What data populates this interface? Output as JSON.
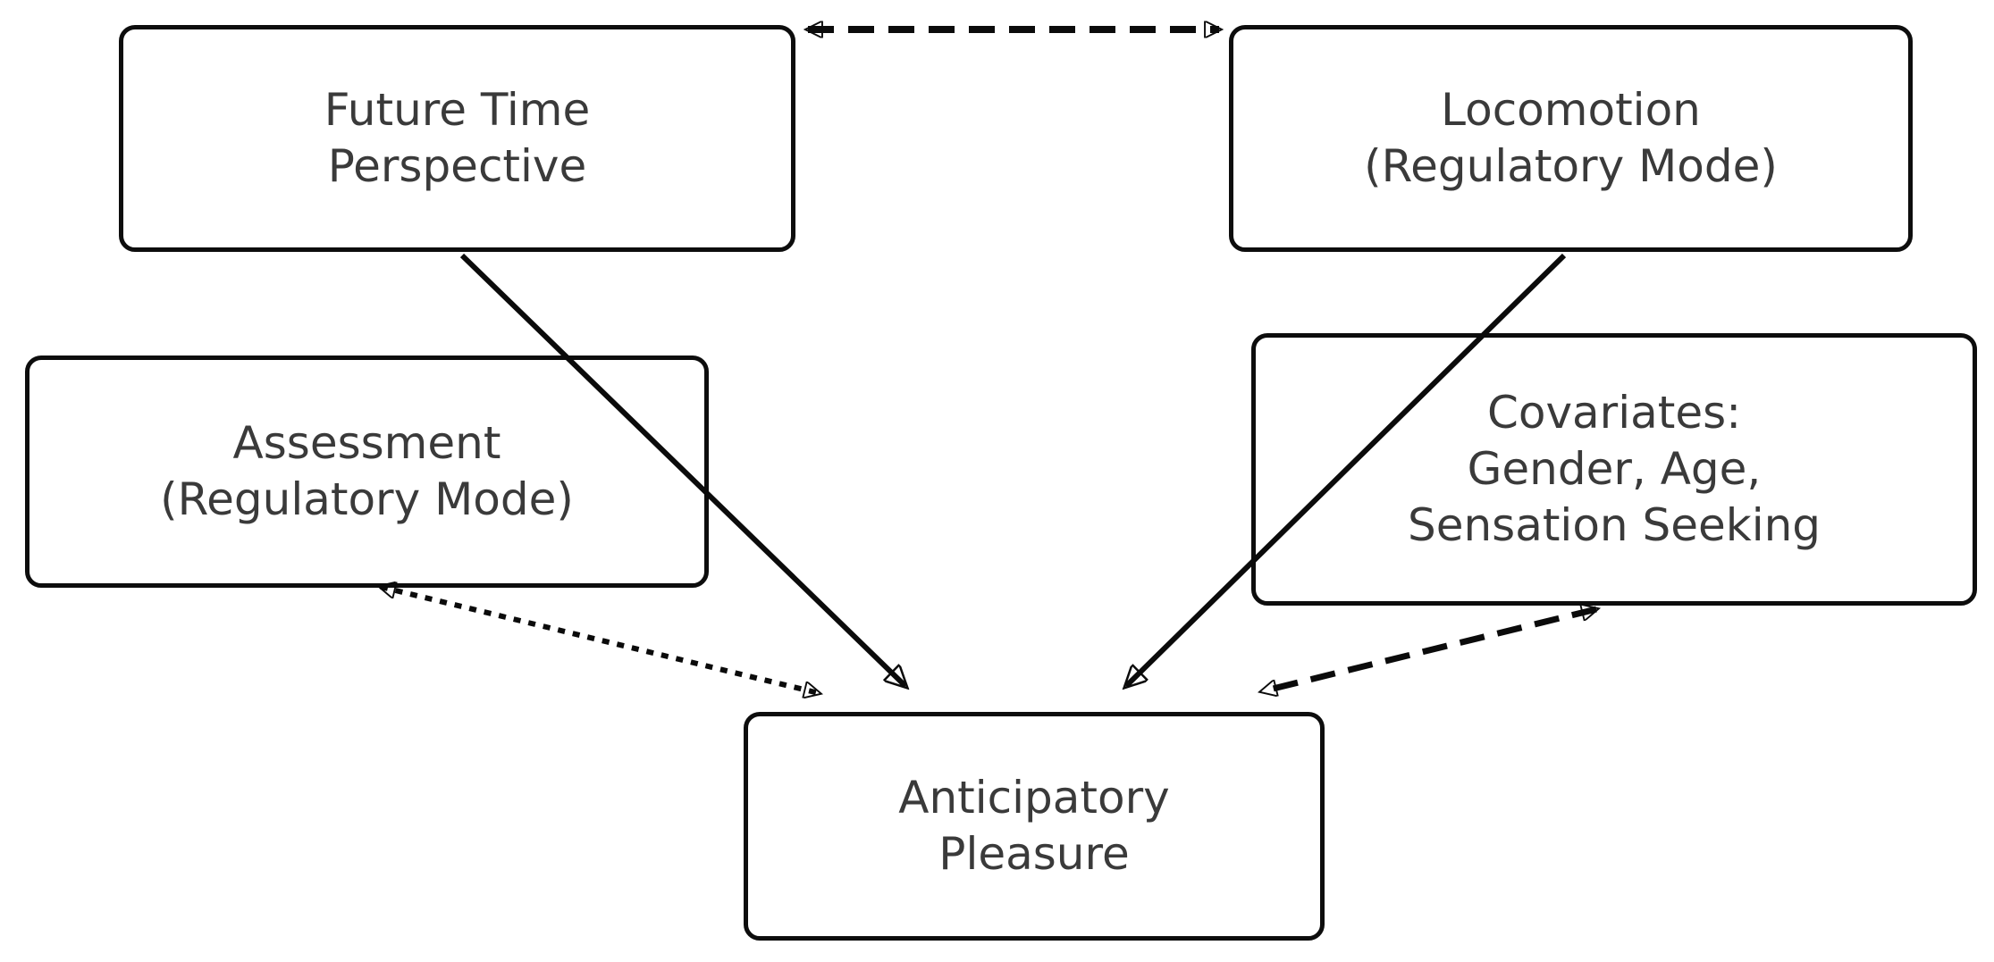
{
  "diagram": {
    "background_color": "#ffffff",
    "box_border_color": "#0d0d0d",
    "line_color": "#0b0b0b",
    "text_color": "#3a3a3a",
    "nodes": {
      "future_time_perspective": {
        "label": "Future Time\nPerspective"
      },
      "locomotion": {
        "label": "Locomotion\n(Regulatory Mode)"
      },
      "assessment": {
        "label": "Assessment\n(Regulatory Mode)"
      },
      "covariates": {
        "label": "Covariates:\nGender, Age,\nSensation Seeking"
      },
      "anticipatory_pleasure": {
        "label": "Anticipatory\nPleasure"
      }
    },
    "edges": [
      {
        "id": "ftp-locomotion",
        "from": "future_time_perspective",
        "to": "locomotion",
        "style": "dashed",
        "heads": "both"
      },
      {
        "id": "ftp-anticipatory-pleasure",
        "from": "future_time_perspective",
        "to": "anticipatory_pleasure",
        "style": "solid",
        "heads": "end"
      },
      {
        "id": "locomotion-anticipatory-pleasure",
        "from": "locomotion",
        "to": "anticipatory_pleasure",
        "style": "solid",
        "heads": "end"
      },
      {
        "id": "assessment-anticipatory-pleasure",
        "from": "assessment",
        "to": "anticipatory_pleasure",
        "style": "dotted",
        "heads": "both"
      },
      {
        "id": "covariates-anticipatory-pleasure",
        "from": "covariates",
        "to": "anticipatory_pleasure",
        "style": "dashed",
        "heads": "both"
      }
    ]
  }
}
